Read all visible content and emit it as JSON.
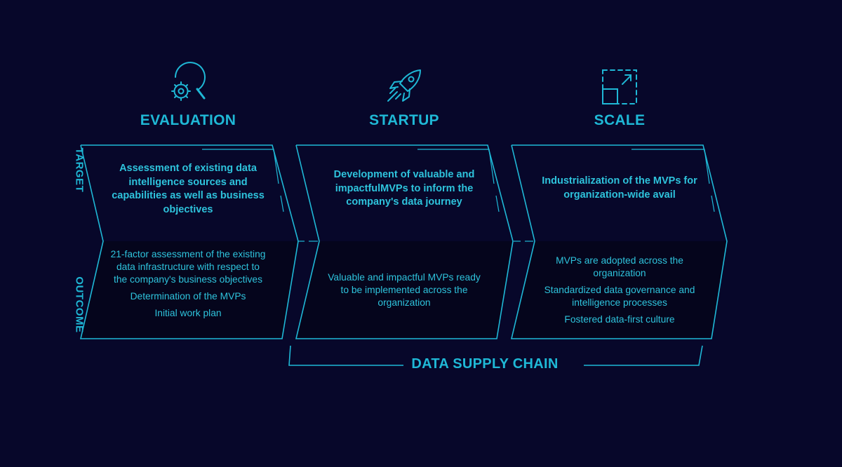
{
  "row_labels": {
    "target": "TARGET",
    "outcome": "OUTCOME"
  },
  "stages": [
    {
      "title": "EVALUATION",
      "icon": "magnifier-gear-icon",
      "target": "Assessment of existing data intelligence sources and capabilities as well as business objectives",
      "outcomes": [
        "21-factor assessment of the existing data infrastructure with respect to the company's business objectives",
        "Determination of the  MVPs",
        "Initial work plan"
      ]
    },
    {
      "title": "STARTUP",
      "icon": "rocket-icon",
      "target": "Development of valuable and impactfulMVPs to inform the company's data journey",
      "outcomes": [
        "Valuable and impactful MVPs ready to be implemented across the organization"
      ]
    },
    {
      "title": "SCALE",
      "icon": "expand-icon",
      "target": "Industrialization of the MVPs for organization-wide avail",
      "outcomes": [
        "MVPs are adopted across the organization",
        "Standardized data governance and intelligence processes",
        "Fostered data-first culture"
      ]
    }
  ],
  "chain_label": "DATA SUPPLY CHAIN",
  "colors": {
    "background": "#07072a",
    "accent": "#1fb8d6",
    "text": "#2ec3dc",
    "outcome_fill": "#05051c"
  }
}
